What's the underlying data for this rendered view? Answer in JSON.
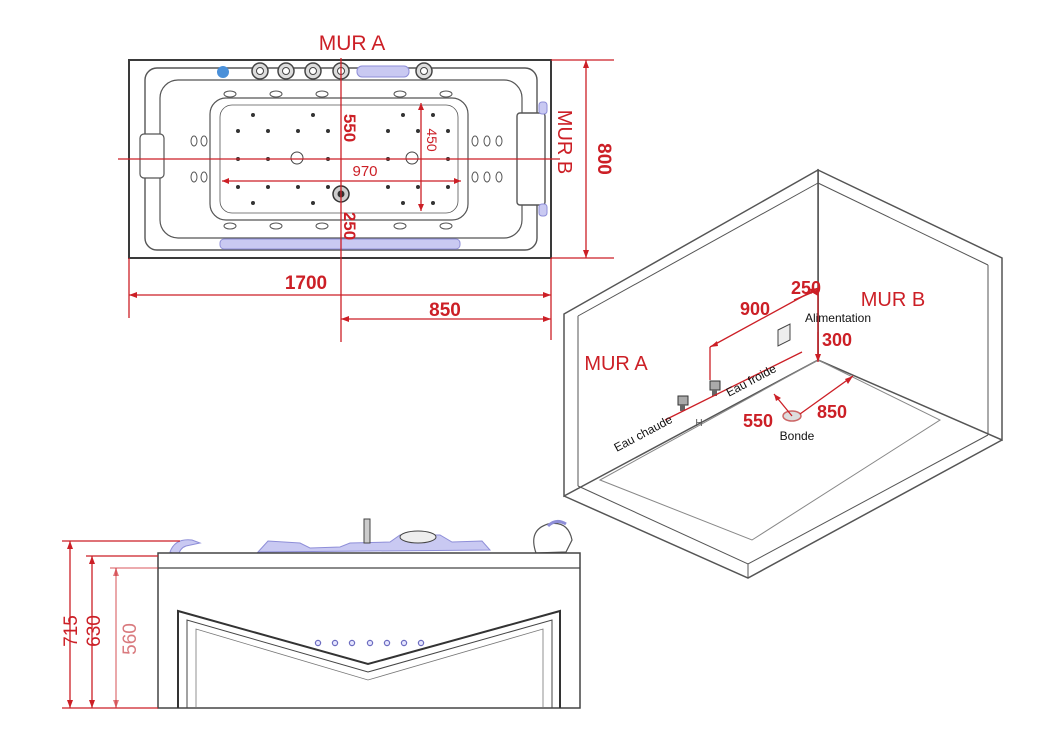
{
  "top_view": {
    "wall_a_label": "MUR A",
    "wall_b_label": "MUR B",
    "dim_length": "1700",
    "dim_width": "800",
    "dim_half_length": "850",
    "dim_inner_length": "970",
    "dim_inner_width": "450",
    "dim_drain_to_wall_a": "550",
    "dim_drain_to_front": "250"
  },
  "iso_view": {
    "wall_a_label": "MUR A",
    "wall_b_label": "MUR B",
    "dim_along_wall_a": "900",
    "dim_supply_from_corner": "250",
    "dim_supply_height": "300",
    "dim_drain_from_wall_a": "550",
    "dim_drain_from_wall_b": "850",
    "label_supply": "Alimentation",
    "label_cold": "Eau froide",
    "label_hot": "Eau chaude",
    "label_drain": "Bonde",
    "label_hot_marker": "H"
  },
  "side_view": {
    "dim_total_height": "715",
    "dim_rim_height": "630",
    "dim_apron_height": "560"
  },
  "colors": {
    "dimension_red": "#cc1f26",
    "outline_grey": "#555555",
    "fitting_blue": "#c9c9f2",
    "button_blue": "#4a90d9"
  }
}
